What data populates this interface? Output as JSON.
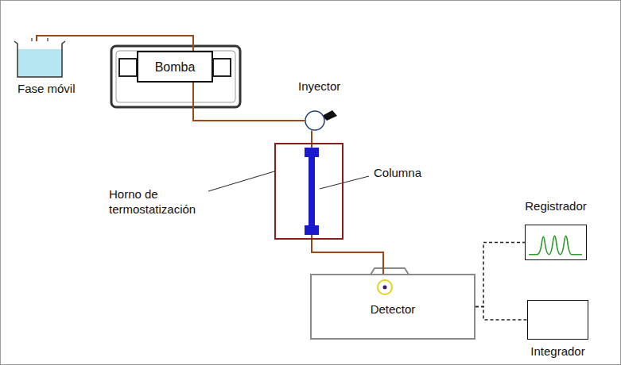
{
  "diagram": {
    "nodes": [
      {
        "text": [
          "Fase móvil"
        ]
      },
      {
        "text": [
          "Bomba"
        ]
      },
      {
        "text": [
          "Inyector"
        ]
      },
      {
        "text": [
          "Horno de termostatización"
        ]
      },
      {
        "text": [
          "Columna"
        ],
        "in": 3
      },
      {
        "text": [
          "Detector"
        ]
      },
      {
        "text": [
          "Registrador"
        ]
      },
      {
        "text": [
          "Integrador"
        ]
      }
    ],
    "edges": [
      {
        "from": 0,
        "to": 1,
        "arrow": "none"
      },
      {
        "from": 1,
        "to": 2,
        "arrow": "none"
      },
      {
        "from": 2,
        "to": 4,
        "arrow": "none"
      },
      {
        "from": 4,
        "to": 5,
        "arrow": "none"
      },
      {
        "from": 5,
        "to": 6,
        "arrow": "none"
      },
      {
        "from": 5,
        "to": 7,
        "arrow": "none"
      }
    ]
  }
}
